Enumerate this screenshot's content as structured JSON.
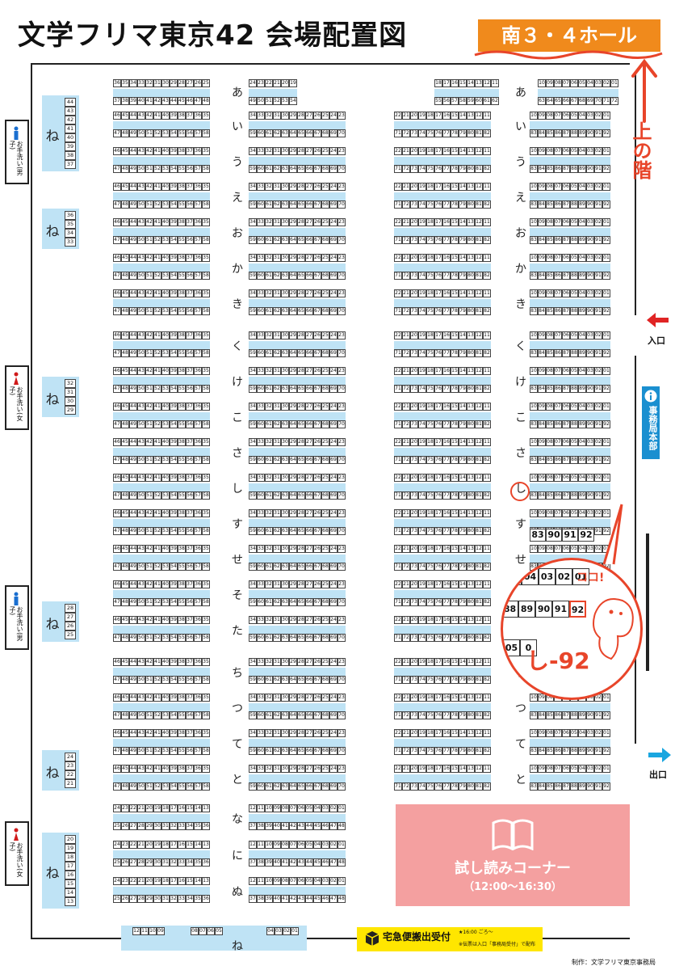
{
  "title": "文学フリマ東京42 会場配置図",
  "hall": "南３・４ホール",
  "upstairs": "上の階",
  "entrance": "入口",
  "exit": "出口",
  "office": "事務局本部",
  "reading_corner": {
    "title": "試し読みコーナー",
    "time": "（12:00〜16:30）"
  },
  "delivery": {
    "label": "宅急便搬出受付",
    "note1": "★16:00 ごろ〜",
    "note2": "※伝票は入口「事務局受付」で配布"
  },
  "credit": "制作：文学フリマ東京事務局",
  "restrooms": [
    "お手洗い(男子)",
    "お手洗い(女子)",
    "お手洗い(男子)",
    "お手洗い(女子)"
  ],
  "left_column_letter": "ね",
  "left_groups": [
    [
      "44",
      "43",
      "42",
      "41",
      "40",
      "39",
      "38",
      "37"
    ],
    [
      "36",
      "35",
      "34",
      "33"
    ],
    [
      "32",
      "31",
      "30",
      "29"
    ],
    [
      "28",
      "27",
      "26",
      "25"
    ],
    [
      "24",
      "23",
      "22",
      "21"
    ],
    [
      "20",
      "19",
      "18",
      "17",
      "16",
      "15",
      "14",
      "13"
    ]
  ],
  "block_letters": [
    "い",
    "う",
    "え",
    "お",
    "か",
    "き",
    "く",
    "け",
    "こ",
    "さ",
    "し",
    "す",
    "せ",
    "そ",
    "た",
    "ち",
    "つ",
    "て",
    "と"
  ],
  "top_letter": "あ",
  "lower_letters": [
    "な",
    "に",
    "ぬ"
  ],
  "bottom_letter": "ね",
  "top_row": {
    "a_upper": [
      "36",
      "35",
      "34",
      "33",
      "32",
      "31",
      "30",
      "29",
      "28",
      "27",
      "26",
      "25"
    ],
    "a_lower": [
      "37",
      "38",
      "39",
      "40",
      "41",
      "42",
      "43",
      "44",
      "45",
      "46",
      "47",
      "48"
    ],
    "b_upper": [
      "24",
      "23",
      "22",
      "21",
      "20",
      "19"
    ],
    "b_lower": [
      "49",
      "50",
      "51",
      "52",
      "53",
      "54"
    ],
    "c_upper": [
      "18",
      "17",
      "16",
      "15",
      "14",
      "13",
      "12",
      "11"
    ],
    "c_lower": [
      "55",
      "56",
      "57",
      "58",
      "59",
      "60",
      "61",
      "62"
    ],
    "d_upper": [
      "10",
      "09",
      "08",
      "07",
      "06",
      "05",
      "04",
      "03",
      "02",
      "01"
    ],
    "d_lower": [
      "63",
      "64",
      "65",
      "66",
      "67",
      "68",
      "69",
      "70",
      "71",
      "72"
    ]
  },
  "std_row": {
    "a_upper": [
      "46",
      "45",
      "44",
      "43",
      "42",
      "41",
      "40",
      "39",
      "38",
      "37",
      "36",
      "35"
    ],
    "a_lower": [
      "47",
      "48",
      "49",
      "50",
      "51",
      "52",
      "53",
      "54",
      "55",
      "56",
      "57",
      "58"
    ],
    "b_upper": [
      "34",
      "33",
      "32",
      "31",
      "30",
      "29",
      "28",
      "27",
      "26",
      "25",
      "24",
      "23"
    ],
    "b_lower": [
      "59",
      "60",
      "61",
      "62",
      "63",
      "64",
      "65",
      "66",
      "67",
      "68",
      "69",
      "70"
    ],
    "c_upper": [
      "22",
      "21",
      "20",
      "19",
      "18",
      "17",
      "16",
      "15",
      "14",
      "13",
      "12",
      "11"
    ],
    "c_lower": [
      "71",
      "72",
      "73",
      "74",
      "75",
      "76",
      "77",
      "78",
      "79",
      "80",
      "81",
      "82"
    ],
    "d_upper": [
      "10",
      "09",
      "08",
      "07",
      "06",
      "05",
      "04",
      "03",
      "02",
      "01"
    ],
    "d_lower": [
      "83",
      "84",
      "85",
      "86",
      "87",
      "88",
      "89",
      "90",
      "91",
      "92"
    ]
  },
  "lower_rows": {
    "a_upper": [
      "24",
      "23",
      "22",
      "21",
      "20",
      "19",
      "18",
      "17",
      "16",
      "15",
      "14",
      "13"
    ],
    "a_lower": [
      "25",
      "26",
      "27",
      "28",
      "29",
      "30",
      "31",
      "32",
      "33",
      "34",
      "35",
      "36"
    ],
    "b_upper": [
      "12",
      "11",
      "10",
      "09",
      "08",
      "07",
      "06",
      "05",
      "04",
      "03",
      "02",
      "01"
    ],
    "b_lower": [
      "37",
      "38",
      "39",
      "40",
      "41",
      "42",
      "43",
      "44",
      "45",
      "46",
      "47",
      "48"
    ]
  },
  "bottom_row": {
    "a": [
      "12",
      "11",
      "10",
      "09"
    ],
    "b": [
      "08",
      "07",
      "06",
      "05"
    ],
    "c": [
      "04",
      "03",
      "02",
      "01"
    ]
  },
  "zoom": {
    "row1": [
      "5",
      "04",
      "03",
      "02",
      "01"
    ],
    "row2": [
      "88",
      "89",
      "90",
      "91",
      "92"
    ],
    "row3": [
      "05",
      "0"
    ],
    "koko": "ココ!",
    "mark": "し-92",
    "peek": [
      "83",
      "90",
      "91",
      "92"
    ]
  }
}
